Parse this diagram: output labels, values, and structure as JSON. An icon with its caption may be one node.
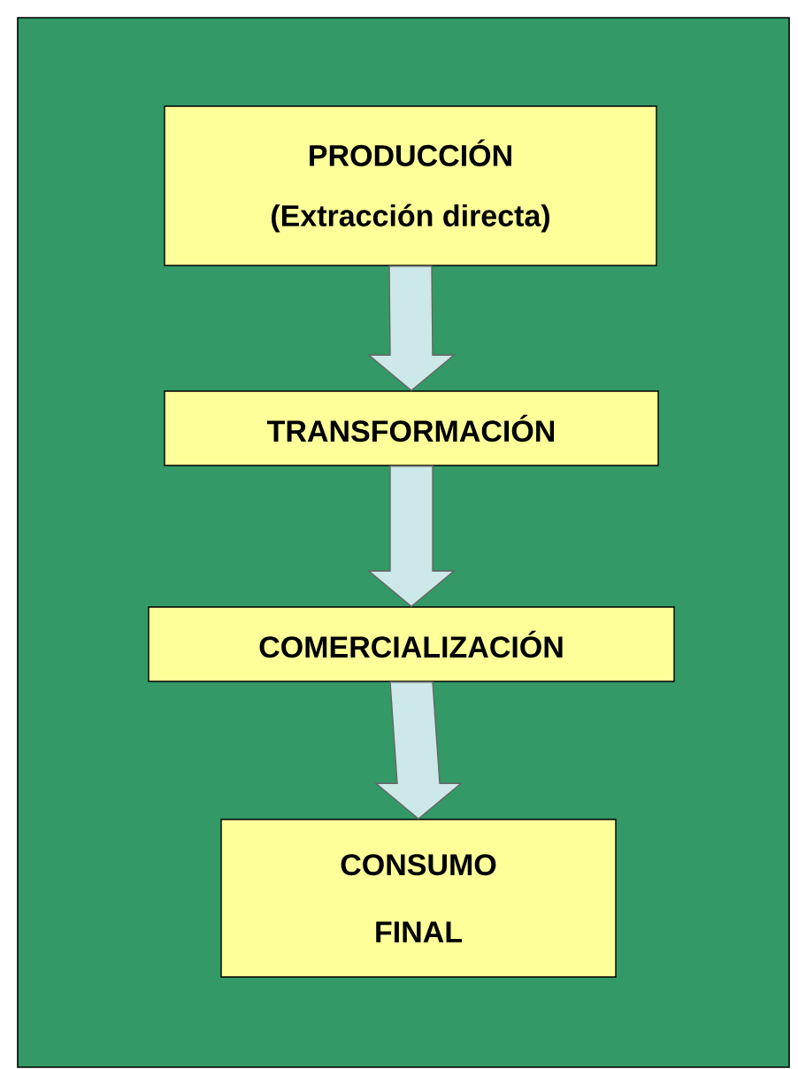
{
  "diagram": {
    "nodes": [
      {
        "text": [
          "PRODUCCIÓN",
          "(Extracción directa)"
        ]
      },
      {
        "text": [
          "TRANSFORMACIÓN"
        ]
      },
      {
        "text": [
          "COMERCIALIZACIÓN"
        ]
      },
      {
        "text": [
          "CONSUMO FINAL"
        ]
      }
    ],
    "edges": [
      {
        "from": 0,
        "to": 1,
        "arrow": "to"
      },
      {
        "from": 1,
        "to": 2,
        "arrow": "to"
      },
      {
        "from": 2,
        "to": 3,
        "arrow": "to"
      }
    ]
  }
}
